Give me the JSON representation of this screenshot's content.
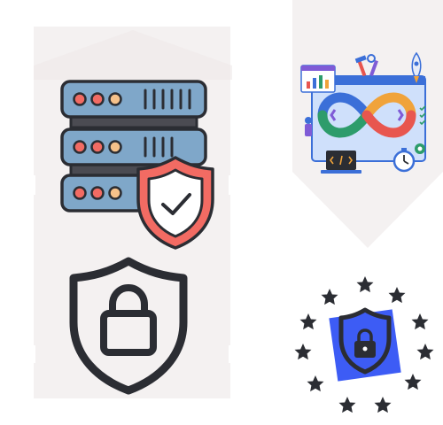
{
  "composition": {
    "panels": [
      {
        "role": "left-tall-card",
        "color": "#f4f1f1"
      },
      {
        "role": "right-pennant-card",
        "color": "#f4f1f1"
      }
    ],
    "icons": [
      {
        "name": "server-rack-icon",
        "palette": [
          "#7fa7c9",
          "#4b4b52",
          "#f26b63",
          "#f5c18a"
        ]
      },
      {
        "name": "verified-shield-icon",
        "palette": [
          "#f26b63",
          "#ffffff",
          "#2b2d33"
        ]
      },
      {
        "name": "padlock-shield-icon",
        "palette": [
          "#2b2d33"
        ]
      },
      {
        "name": "devops-infinity-illustration",
        "palette": [
          "#3b6fd8",
          "#2d9c6b",
          "#f0a33b",
          "#e8564f",
          "#7f5bd6"
        ]
      },
      {
        "name": "eu-security-seal-icon",
        "palette": [
          "#2b2d33",
          "#3d5cf5"
        ]
      }
    ]
  }
}
